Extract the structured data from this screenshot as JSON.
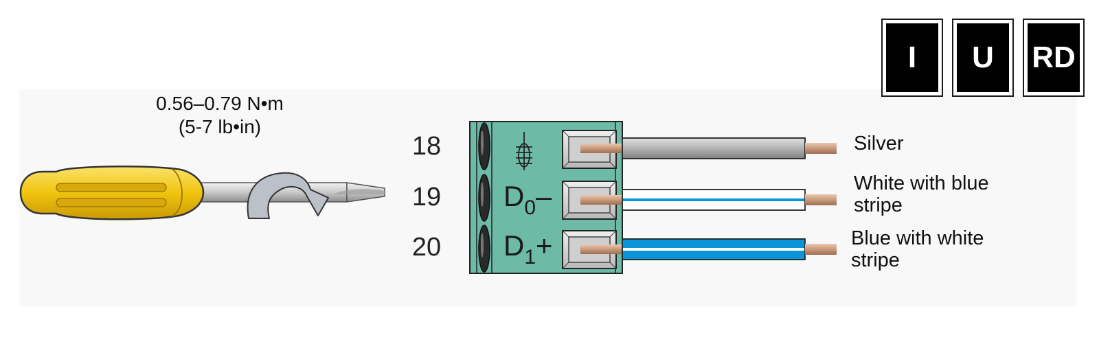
{
  "torque": {
    "metric": "0.56–0.79 N•m",
    "imperial": "(5-7 lb•in)"
  },
  "terminals": [
    {
      "number": "18",
      "symbol": "shield",
      "wire_label": "Silver",
      "wire_color": "#b3b3b3",
      "stripe_color": ""
    },
    {
      "number": "19",
      "symbol_main": "D",
      "symbol_sub": "0",
      "symbol_sign": "–",
      "wire_label_line1": "White with blue",
      "wire_label_line2": "stripe",
      "wire_color": "#ffffff",
      "stripe_color": "#0a95d8"
    },
    {
      "number": "20",
      "symbol_main": "D",
      "symbol_sub": "1",
      "symbol_sign": "+",
      "wire_label_line1": "Blue with white",
      "wire_label_line2": "stripe",
      "wire_color": "#0a95d8",
      "stripe_color": "#ffffff"
    }
  ],
  "badges": [
    "I",
    "U",
    "RD"
  ],
  "colors": {
    "connector": "#6dbba6",
    "handle": "#f1c40f",
    "copper": "#c99a7c",
    "screwdriver_shaft": "#c8c8c8"
  },
  "icons": [
    "screwdriver-icon",
    "rotation-arrow-icon",
    "shield-ground-icon"
  ]
}
